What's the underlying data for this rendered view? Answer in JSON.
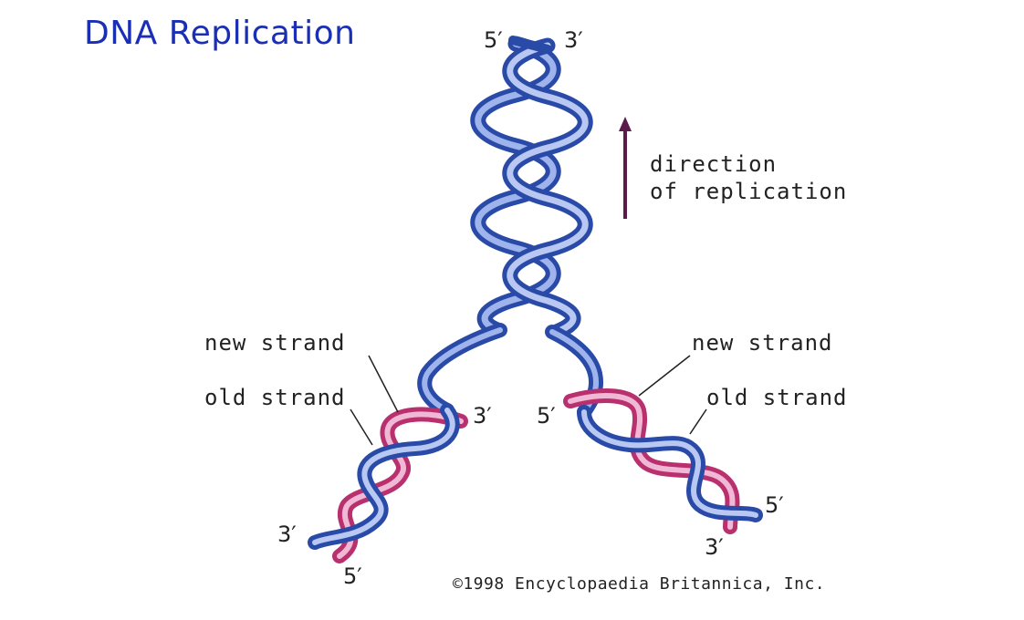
{
  "title": "DNA Replication",
  "direction_label": {
    "line1": "direction",
    "line2": "of replication"
  },
  "labels": {
    "left_new": "new strand",
    "left_old": "old strand",
    "right_new": "new strand",
    "right_old": "old strand"
  },
  "ends": {
    "top_5": "5′",
    "top_3": "3′",
    "left_3_inner": "3′",
    "left_3_bottom": "3′",
    "left_5_bottom": "5′",
    "right_5_inner": "5′",
    "right_5_bottom": "5′",
    "right_3_bottom": "3′"
  },
  "copyright": "©1998 Encyclopaedia Britannica, Inc.",
  "colors": {
    "old_strand": "#3b5bb5",
    "new_strand": "#c8407e",
    "arrow": "#5a1a4a",
    "title": "#1a2fb5"
  }
}
